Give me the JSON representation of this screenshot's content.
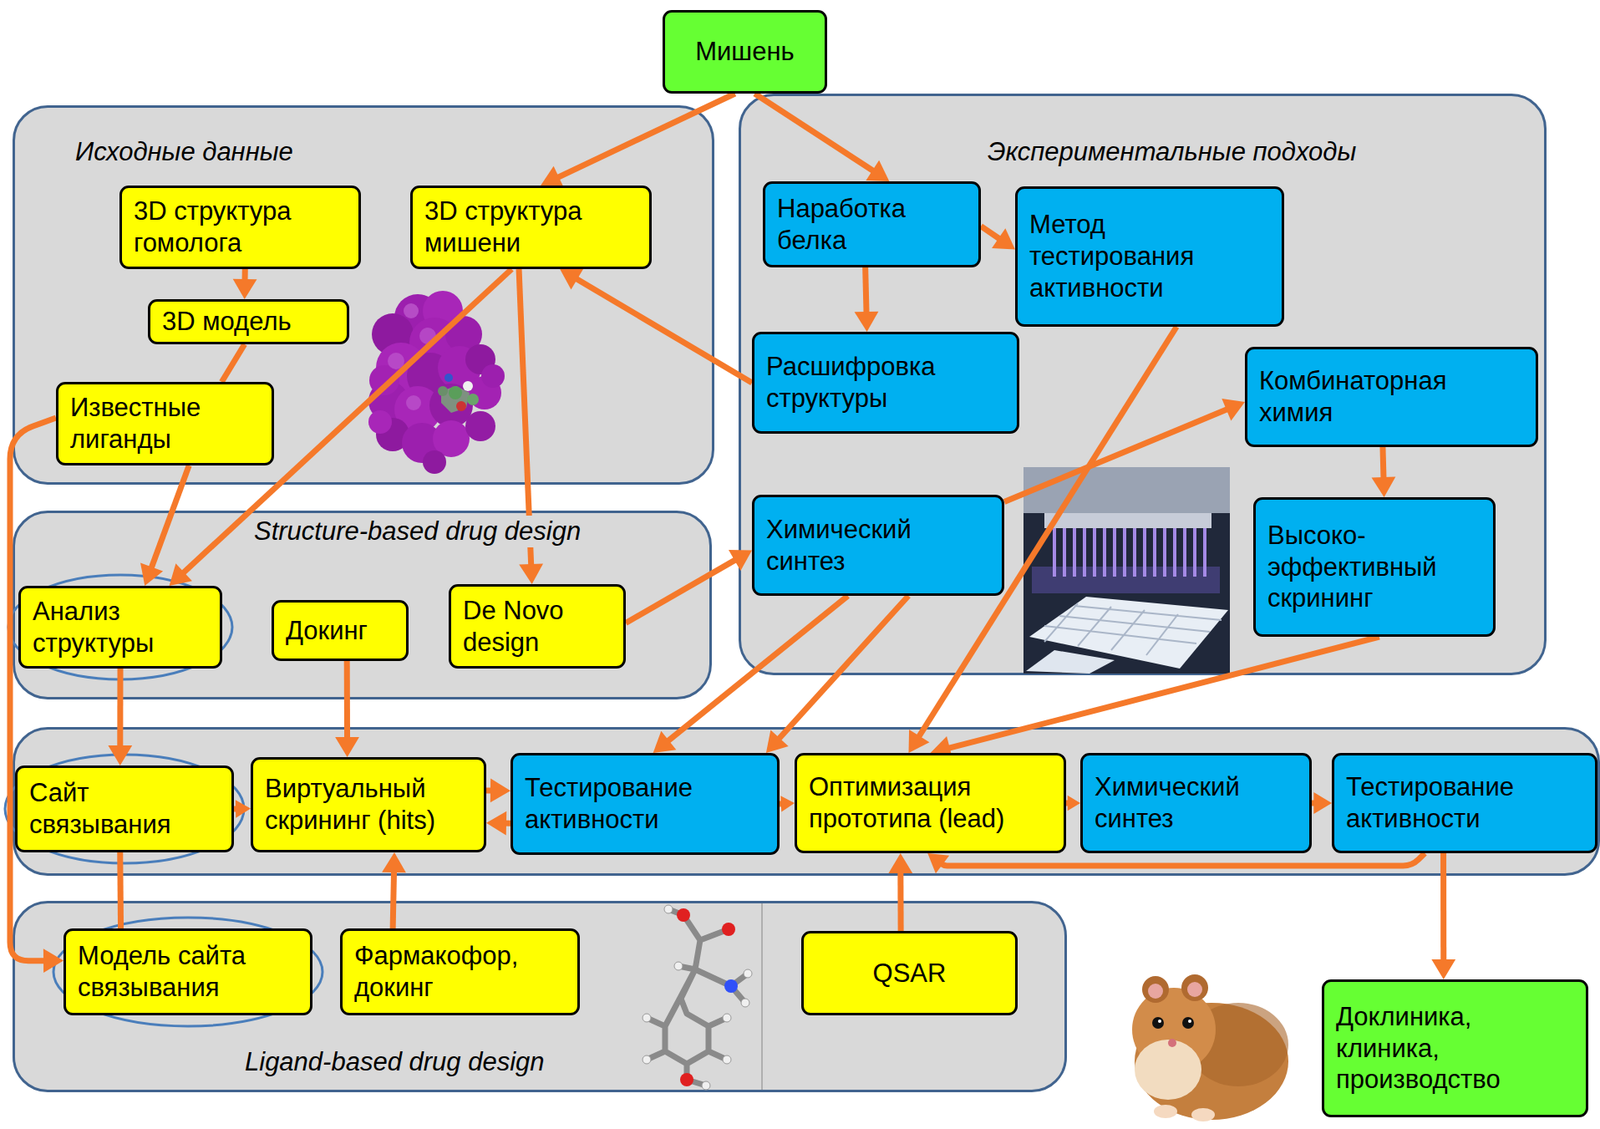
{
  "diagram": {
    "nodes": [
      {
        "text": [
          "Мишень"
        ]
      },
      {
        "text": [
          "Исходные данные"
        ]
      },
      {
        "text": [
          "3D структура гомолога"
        ],
        "in": 1
      },
      {
        "text": [
          "3D структура мишени"
        ],
        "in": 1
      },
      {
        "text": [
          "3D модель"
        ],
        "in": 1
      },
      {
        "text": [
          "Известные лиганды"
        ],
        "in": 1
      },
      {
        "text": [
          "Экспериментальные подходы"
        ]
      },
      {
        "text": [
          "Наработка белка"
        ],
        "in": 6
      },
      {
        "text": [
          "Метод тестирования активности"
        ],
        "in": 6
      },
      {
        "text": [
          "Расшифровка структуры"
        ],
        "in": 6
      },
      {
        "text": [
          "Комбинаторная химия"
        ],
        "in": 6
      },
      {
        "text": [
          "Химический синтез"
        ],
        "in": 6
      },
      {
        "text": [
          "Высоко- эффективный скрининг"
        ],
        "in": 6
      },
      {
        "text": [
          "Structure-based drug design"
        ]
      },
      {
        "text": [
          "Анализ структуры"
        ],
        "in": 13
      },
      {
        "text": [
          "Докинг"
        ],
        "in": 13
      },
      {
        "text": [
          "De Novo design"
        ],
        "in": 13
      },
      {
        "text": []
      },
      {
        "text": [
          "Сайт связывания"
        ],
        "in": 17
      },
      {
        "text": [
          "Виртуальный скрининг (hits)"
        ],
        "in": 17
      },
      {
        "text": [
          "Тестирование активности"
        ],
        "in": 17
      },
      {
        "text": [
          "Оптимизация прототипа (lead)"
        ],
        "in": 17
      },
      {
        "text": [
          "Химический синтез"
        ],
        "in": 17
      },
      {
        "text": [
          "Тестирование активности"
        ],
        "in": 17
      },
      {
        "text": [
          "Ligand-based drug design"
        ]
      },
      {
        "text": [
          "Модель сайта связывания"
        ],
        "in": 24
      },
      {
        "text": [
          "Фармакофор, докинг"
        ],
        "in": 24
      },
      {
        "text": [
          "QSAR"
        ],
        "in": 24
      },
      {
        "text": [
          "Доклиника, клиника, производство"
        ]
      }
    ],
    "edges": [
      {
        "from": 0,
        "to": 3,
        "arrow": "to"
      },
      {
        "from": 0,
        "to": 7,
        "arrow": "to"
      },
      {
        "from": 2,
        "to": 4,
        "arrow": "to"
      },
      {
        "from": 4,
        "to": 5,
        "arrow": "none"
      },
      {
        "from": 5,
        "to": 14,
        "arrow": "to"
      },
      {
        "from": 3,
        "to": 14,
        "arrow": "to"
      },
      {
        "from": 3,
        "to": 16,
        "arrow": "to"
      },
      {
        "from": 9,
        "to": 3,
        "arrow": "to"
      },
      {
        "from": 7,
        "to": 8,
        "arrow": "to"
      },
      {
        "from": 7,
        "to": 9,
        "arrow": "to"
      },
      {
        "from": 5,
        "to": 25,
        "arrow": "to"
      },
      {
        "from": 16,
        "to": 11,
        "arrow": "to"
      },
      {
        "from": 11,
        "to": 10,
        "arrow": "to"
      },
      {
        "from": 10,
        "to": 12,
        "arrow": "to"
      },
      {
        "from": 8,
        "to": 21,
        "arrow": "to"
      },
      {
        "from": 12,
        "to": 21,
        "arrow": "to"
      },
      {
        "from": 11,
        "to": 20,
        "arrow": "to"
      },
      {
        "from": 11,
        "to": 20,
        "arrow": "to"
      },
      {
        "from": 15,
        "to": 19,
        "arrow": "to"
      },
      {
        "from": 26,
        "to": 19,
        "arrow": "to"
      },
      {
        "from": 14,
        "to": 18,
        "arrow": "to"
      },
      {
        "from": 18,
        "to": 19,
        "arrow": "to"
      },
      {
        "from": 18,
        "to": 25,
        "arrow": "none"
      },
      {
        "from": 19,
        "to": 20,
        "arrow": "to"
      },
      {
        "from": 20,
        "to": 19,
        "arrow": "to"
      },
      {
        "from": 20,
        "to": 21,
        "arrow": "to"
      },
      {
        "from": 21,
        "to": 22,
        "arrow": "to"
      },
      {
        "from": 22,
        "to": 23,
        "arrow": "to"
      },
      {
        "from": 23,
        "to": 21,
        "arrow": "to"
      },
      {
        "from": 27,
        "to": 21,
        "arrow": "to"
      },
      {
        "from": 23,
        "to": 28,
        "arrow": "to"
      }
    ]
  }
}
